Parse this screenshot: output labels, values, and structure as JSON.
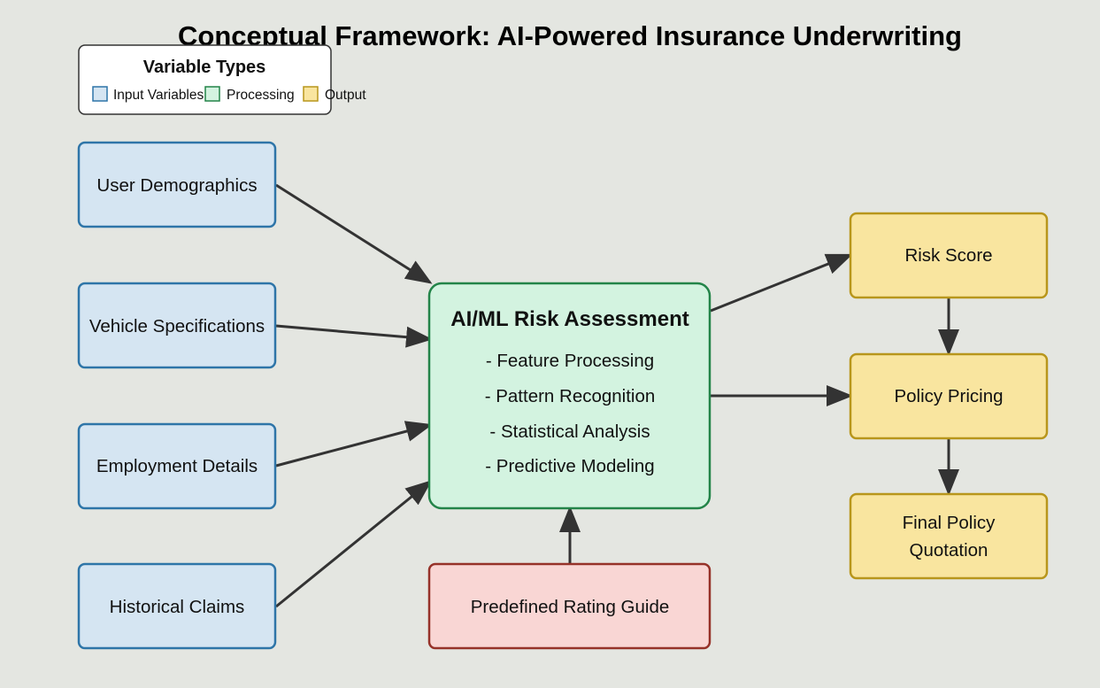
{
  "title": "Conceptual Framework: AI-Powered Insurance Underwriting",
  "legend": {
    "title": "Variable Types",
    "items": [
      {
        "label": "Input Variables",
        "fill": "#d5e5f2",
        "stroke": "#2e75a8"
      },
      {
        "label": "Processing",
        "fill": "#d3f3e0",
        "stroke": "#238449"
      },
      {
        "label": "Output",
        "fill": "#f9e59f",
        "stroke": "#b8961c"
      }
    ]
  },
  "inputs": [
    {
      "label": "User Demographics"
    },
    {
      "label": "Vehicle Specifications"
    },
    {
      "label": "Employment Details"
    },
    {
      "label": "Historical Claims"
    }
  ],
  "processing": {
    "title": "AI/ML Risk Assessment",
    "steps": [
      "- Feature Processing",
      "- Pattern Recognition",
      "- Statistical Analysis",
      "- Predictive Modeling"
    ]
  },
  "guide": {
    "label": "Predefined Rating Guide"
  },
  "outputs": [
    {
      "lines": [
        "Risk Score"
      ]
    },
    {
      "lines": [
        "Policy Pricing"
      ]
    },
    {
      "lines": [
        "Final Policy",
        "Quotation"
      ]
    }
  ],
  "colors": {
    "background": "#e4e6e1",
    "input_fill": "#d5e5f2",
    "input_stroke": "#2e75a8",
    "process_fill": "#d3f3e0",
    "process_stroke": "#238449",
    "output_fill": "#f9e59f",
    "output_stroke": "#b8961c",
    "guide_fill": "#f9d6d4",
    "guide_stroke": "#963229",
    "arrow": "#333333"
  }
}
